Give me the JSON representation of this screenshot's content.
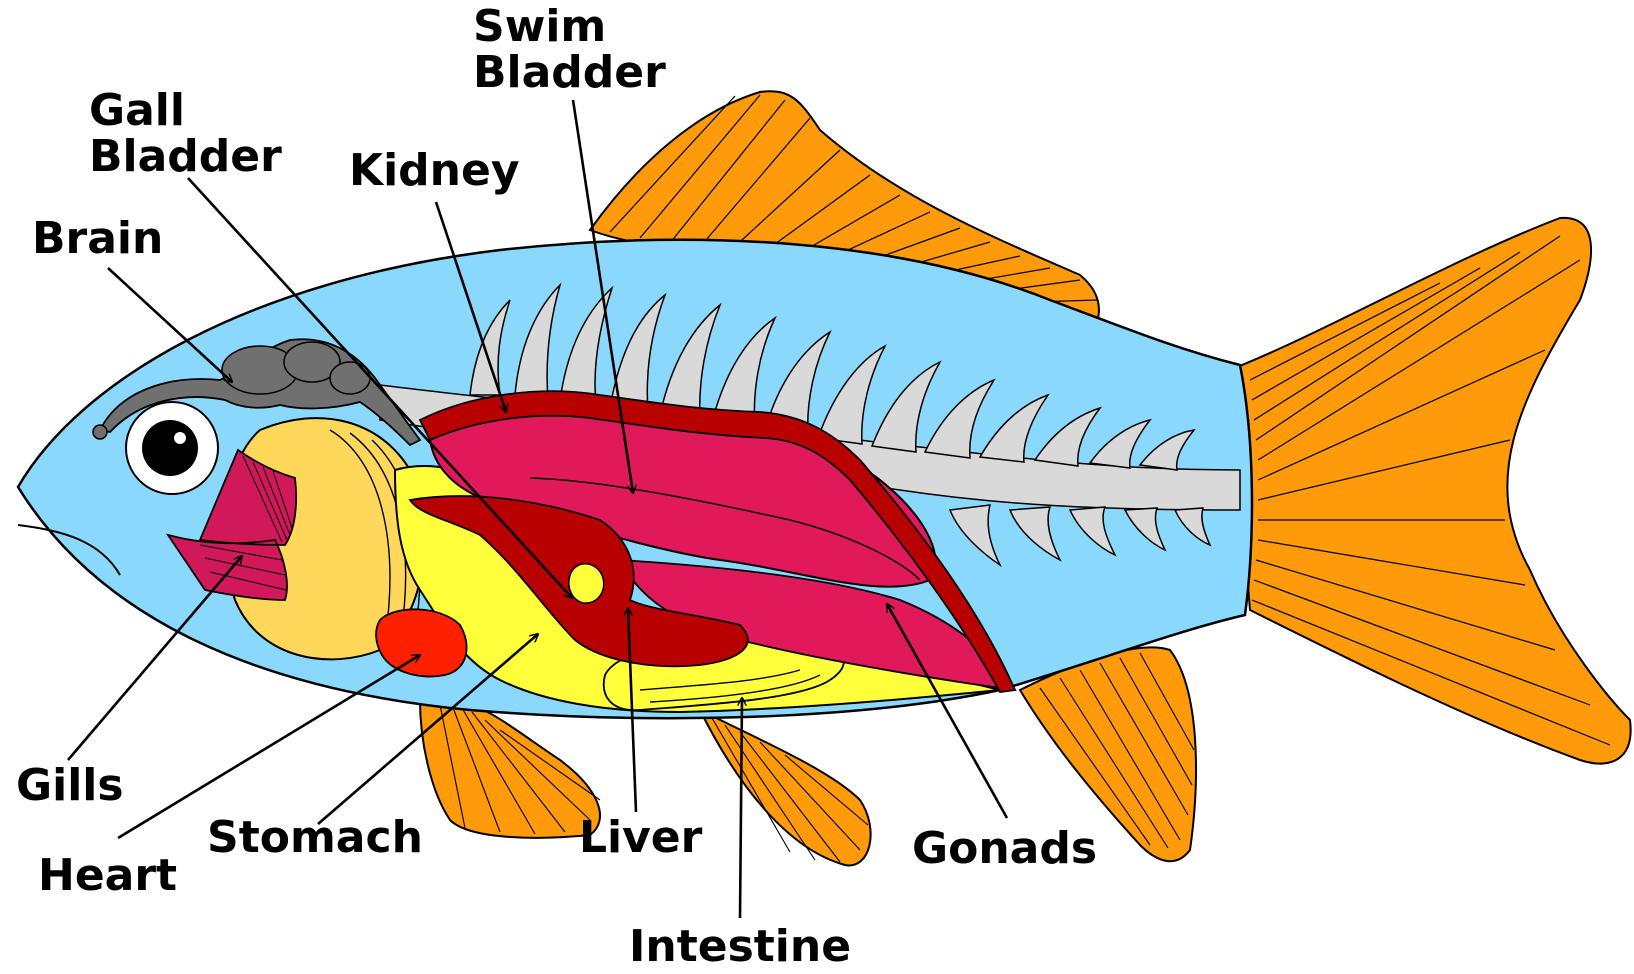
{
  "colors": {
    "body": "#8AD8FB",
    "fin": "#FF9A0A",
    "skeleton": "#D9D9D9",
    "brain": "#707070",
    "swim_bladder": "#E0195A",
    "kidney_liver": "#B80000",
    "stomach_intestine": "#FFFF3C",
    "heart": "#FF2000",
    "gills": "#D0185A",
    "operculum": "#FFD75A",
    "outline": "#000000"
  },
  "labels": {
    "swim_bladder": [
      "Swim",
      "Bladder"
    ],
    "gall_bladder": [
      "Gall",
      "Bladder"
    ],
    "kidney": "Kidney",
    "brain": "Brain",
    "gills": "Gills",
    "heart": "Heart",
    "stomach": "Stomach",
    "liver": "Liver",
    "intestine": "Intestine",
    "gonads": "Gonads"
  }
}
